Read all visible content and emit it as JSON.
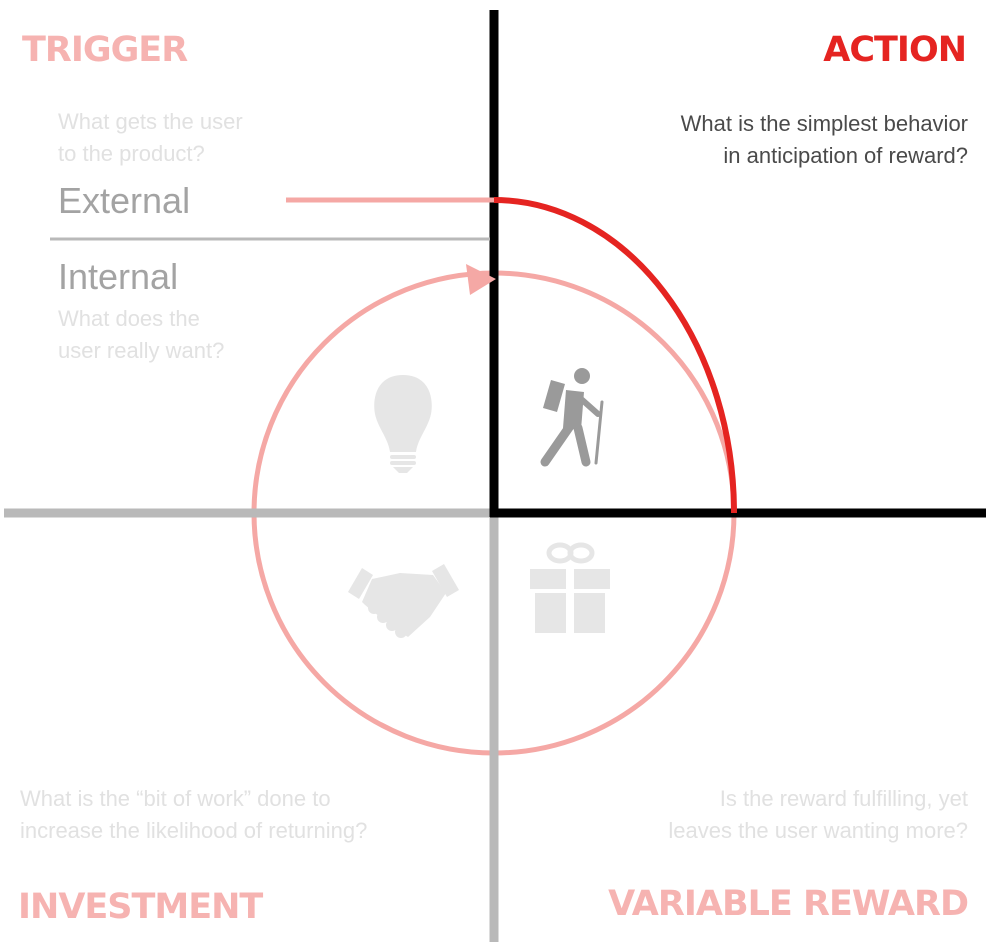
{
  "colors": {
    "accent_red": "#e52421",
    "faded_red": "#f5a8a5",
    "faded_red_text": "#f6b3b1",
    "axis_dark": "#000000",
    "axis_light": "#b9b9b9",
    "question_dark": "#4a4a4a",
    "question_faded": "#e1e1e1",
    "label_gray": "#a3a3a3",
    "icon_dark": "#9a9a9a",
    "icon_faded": "#e6e6e6"
  },
  "trigger": {
    "heading": "TRIGGER",
    "question_line1": "What gets the user",
    "question_line2": " to the product?",
    "external_label": "External",
    "internal_label": "Internal",
    "internal_question_line1": "What does the",
    "internal_question_line2": "user really want?",
    "icon": "lightbulb-icon"
  },
  "action": {
    "heading": "ACTION",
    "question_line1": "What is the simplest behavior",
    "question_line2": "in anticipation of reward?",
    "icon": "hiker-icon"
  },
  "investment": {
    "heading": "INVESTMENT",
    "question_line1": "What is the “bit of work” done to",
    "question_line2": "increase the likelihood of returning?",
    "icon": "handshake-icon"
  },
  "variable_reward": {
    "heading": "VARIABLE REWARD",
    "question_line1": "Is the reward fulfilling, yet",
    "question_line2": "leaves the user wanting more?",
    "icon": "gift-icon"
  }
}
